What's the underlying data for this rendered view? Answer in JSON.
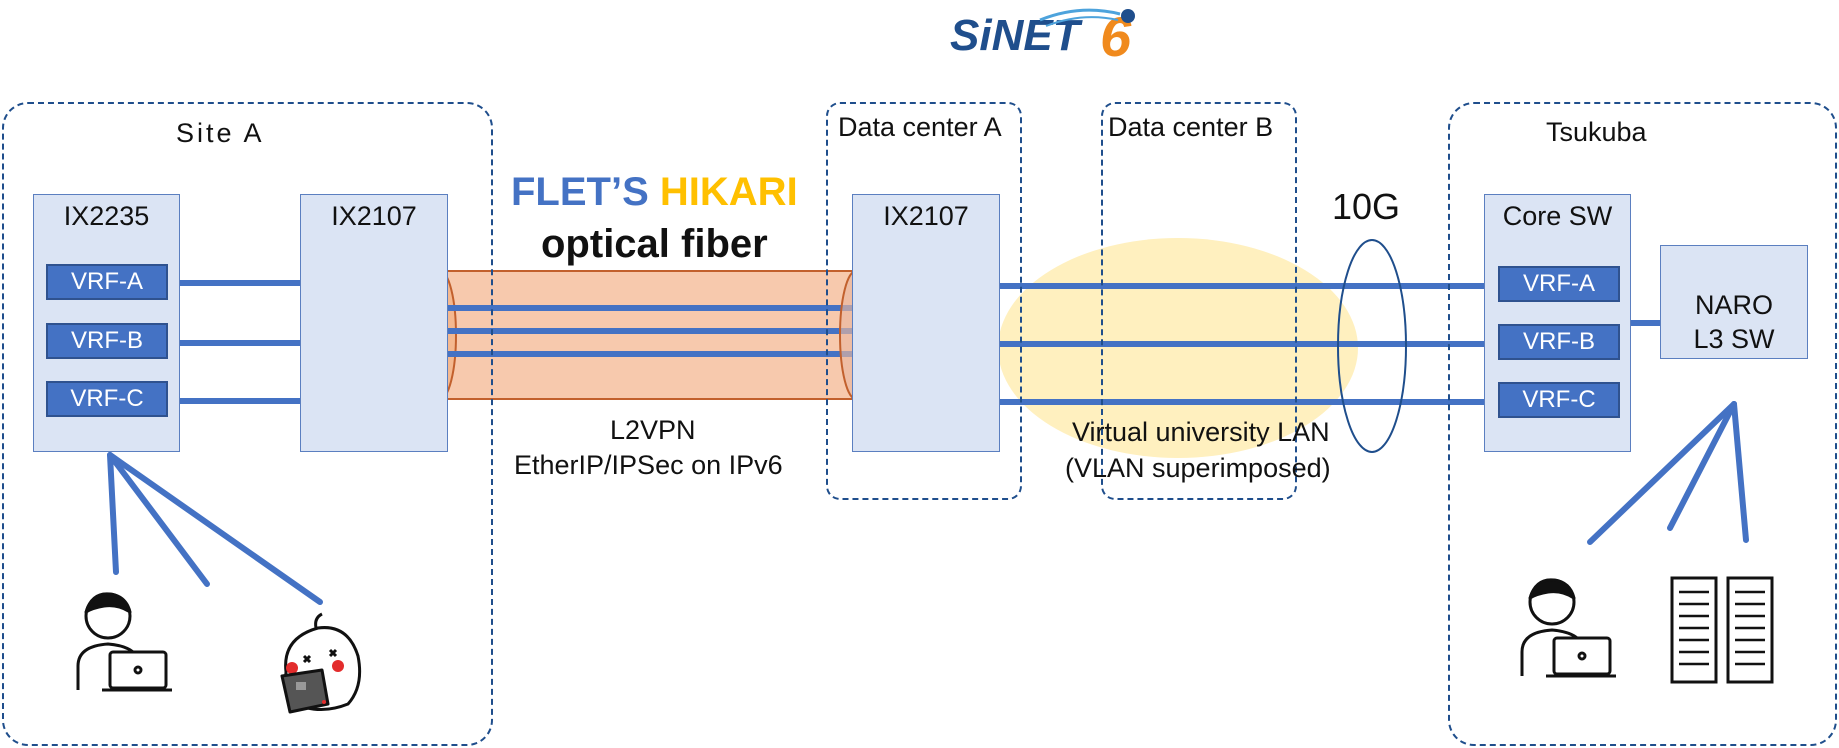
{
  "logo": {
    "text": "SiNET",
    "number": "6"
  },
  "zones": {
    "site_a": "Site A",
    "datacenter_a": "Data center A",
    "datacenter_b": "Data center B",
    "tsukuba": "Tsukuba"
  },
  "devices": {
    "ix2235": "IX2235",
    "ix2107_site": "IX2107",
    "ix2107_dc": "IX2107",
    "core_sw": "Core SW",
    "naro_line1": "NARO",
    "naro_line2": "L3 SW"
  },
  "vrfs": [
    "VRF-A",
    "VRF-B",
    "VRF-C"
  ],
  "fiber": {
    "brand_part1": "FLET’S",
    "brand_part2": "HIKARI",
    "subtitle": "optical fiber",
    "caption_line1": "L2VPN",
    "caption_line2": "EtherIP/IPSec on IPv6"
  },
  "link_speed": "10G",
  "virtual_lan": {
    "line1": "Virtual university LAN",
    "line2": "(VLAN superimposed)"
  },
  "colors": {
    "line": "#4472c4",
    "zone_border": "#1f4e8c",
    "device_fill": "#dbe4f4",
    "fiber_fill": "#f7c9ad",
    "vlan_glow": "#fff0bf",
    "brand_blue": "#4472c4",
    "brand_yellow": "#ffc000",
    "logo_orange": "#f08a1d"
  }
}
